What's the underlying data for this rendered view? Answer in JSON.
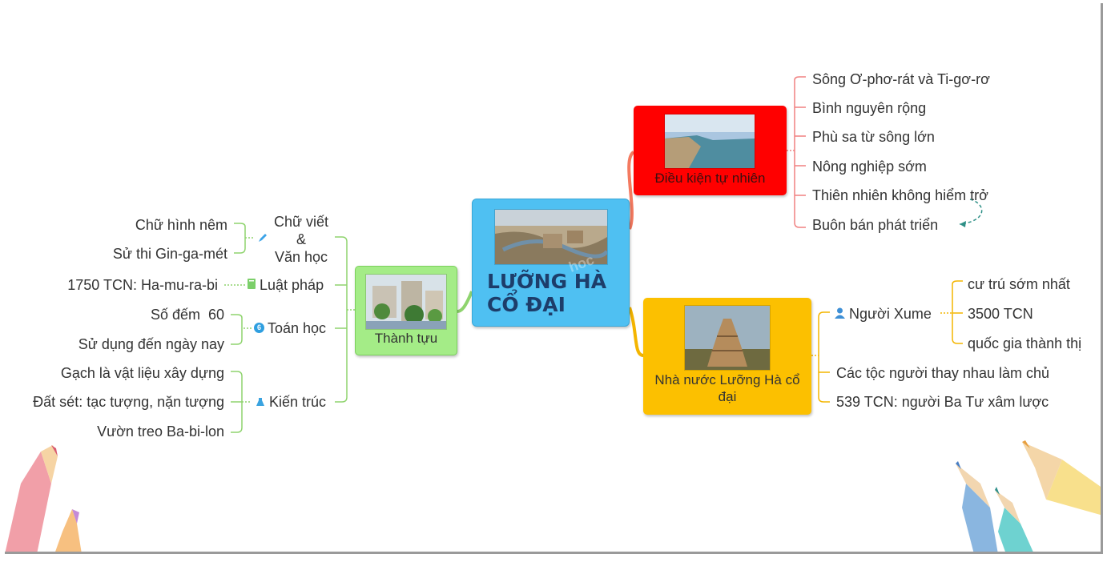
{
  "root": {
    "title_line1": "LƯỠNG HÀ",
    "title_line2": "CỔ ĐẠI"
  },
  "branches": {
    "natural": {
      "label": "Điều kiện tự nhiên",
      "items": [
        "Sông Ơ-phơ-rát và Ti-gơ-rơ",
        "Bình nguyên rộng",
        "Phù sa từ sông lớn",
        "Nông nghiệp sớm",
        "Thiên nhiên không hiểm trở",
        "Buôn bán phát triển"
      ]
    },
    "state": {
      "label": "Nhà nước Lưỡng Hà cổ đại",
      "sumer": {
        "label": "Người Xume",
        "items": [
          "cư trú sớm nhất",
          "3500 TCN",
          "quốc gia thành thị"
        ]
      },
      "items": [
        "Các tộc người thay nhau làm chủ",
        "539 TCN: người Ba Tư xâm lược"
      ]
    },
    "achievements": {
      "label": "Thành tựu",
      "writing": {
        "label_line1": "Chữ viết",
        "label_line2": "&",
        "label_line3": "Văn học",
        "items": [
          "Chữ hình nêm",
          "Sử thi Gin-ga-mét"
        ]
      },
      "law": {
        "label": "Luật pháp",
        "items": [
          "1750 TCN: Ha-mu-ra-bi"
        ]
      },
      "math": {
        "label": "Toán học",
        "badge": "6",
        "items": [
          "Số đếm  60",
          "Sử dụng đến ngày nay"
        ]
      },
      "architecture": {
        "label": "Kiến trúc",
        "items": [
          "Gạch là vật liệu xây dựng",
          "Đất sét: tạc tượng, nặn tượng",
          "Vườn treo Ba-bi-lon"
        ]
      }
    }
  },
  "colors": {
    "natural": "#ff0000",
    "state": "#fcc000",
    "achievements": "#a4ec87",
    "root": "#4fc0f2"
  },
  "icons": [
    "pencil-icon",
    "book-icon",
    "number-badge-icon",
    "flask-icon",
    "person-icon"
  ]
}
